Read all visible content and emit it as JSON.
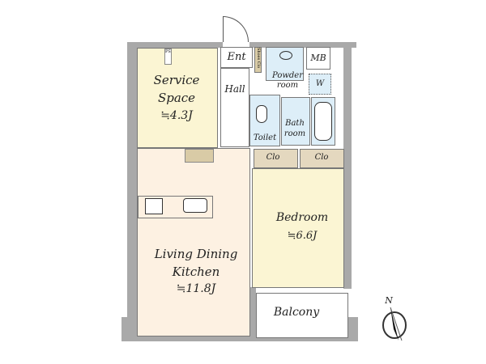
{
  "rooms": {
    "service_space": {
      "label_1": "Service",
      "label_2": "Space",
      "area": "≒4.3J"
    },
    "entrance": "Ent",
    "shoe_closet": "Shoes Clo",
    "powder_room": {
      "label_1": "Powder",
      "label_2": "room"
    },
    "washer": "W",
    "meter_box": "MB",
    "hall": "Hall",
    "toilet": "Toilet",
    "bath_room": {
      "label_1": "Bath",
      "label_2": "room"
    },
    "closet_1": "Clo",
    "closet_2": "Clo",
    "bedroom": {
      "label": "Bedroom",
      "area": "≒6.6J"
    },
    "ldk": {
      "label_1": "Living Dining",
      "label_2": "Kitchen",
      "area": "≒11.8J"
    },
    "balcony": "Balcony",
    "pipe_space": "PS"
  },
  "compass": {
    "label": "N"
  },
  "colors": {
    "wall": "#a9a9a9",
    "service": "#fbf5d3",
    "ldk": "#fdf1e2",
    "wet": "#ddeef8",
    "closet": "#e4d8bf"
  }
}
